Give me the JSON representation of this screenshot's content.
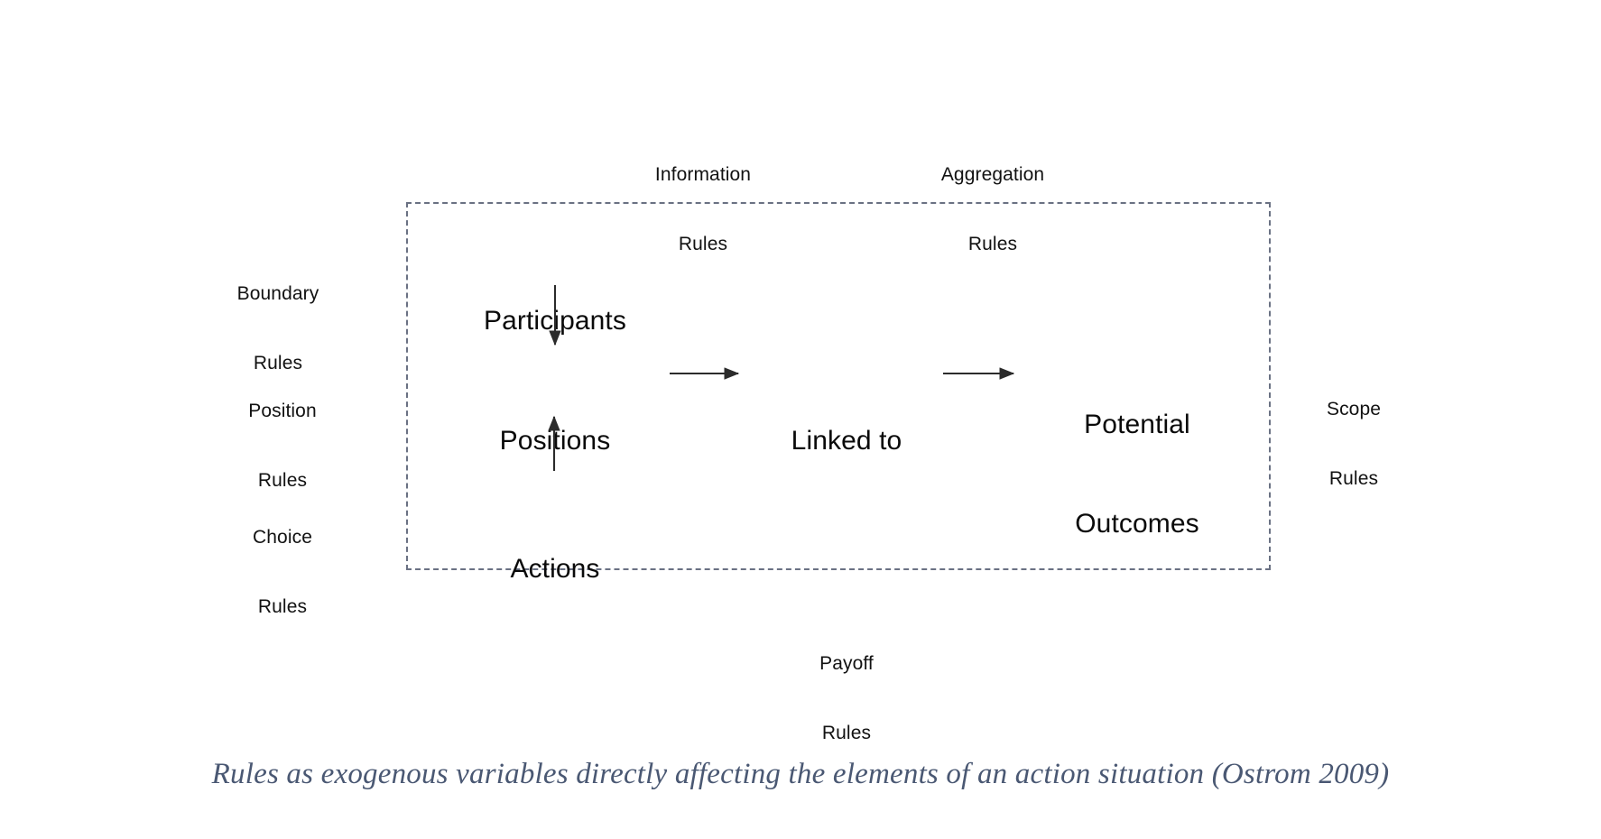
{
  "diagram": {
    "title": "Rules as exogenous variables affecting an action situation",
    "boundary_box": {
      "name": "action-situation",
      "style": "dashed",
      "color": "#6a7183"
    },
    "exogenous_rules": {
      "top": [
        {
          "id": "information-rules",
          "line1": "Information",
          "line2": "Rules"
        },
        {
          "id": "aggregation-rules",
          "line1": "Aggregation",
          "line2": "Rules"
        }
      ],
      "left": [
        {
          "id": "boundary-rules",
          "line1": "Boundary",
          "line2": "Rules"
        },
        {
          "id": "position-rules",
          "line1": "Position",
          "line2": "Rules"
        },
        {
          "id": "choice-rules",
          "line1": "Choice",
          "line2": "Rules"
        }
      ],
      "right": [
        {
          "id": "scope-rules",
          "line1": "Scope",
          "line2": "Rules"
        }
      ],
      "bottom": [
        {
          "id": "payoff-rules",
          "line1": "Payoff",
          "line2": "Rules"
        }
      ]
    },
    "elements": [
      {
        "id": "participants",
        "line1": "Participants",
        "line2": ""
      },
      {
        "id": "positions",
        "line1": "Positions",
        "line2": ""
      },
      {
        "id": "actions",
        "line1": "Actions",
        "line2": ""
      },
      {
        "id": "linked-to",
        "line1": "Linked to",
        "line2": ""
      },
      {
        "id": "potential-outcomes",
        "line1": "Potential",
        "line2": "Outcomes"
      }
    ],
    "arrows": [
      {
        "id": "participants-to-positions",
        "direction": "down"
      },
      {
        "id": "actions-to-positions",
        "direction": "up"
      },
      {
        "id": "positions-to-linked-to",
        "direction": "right"
      },
      {
        "id": "linked-to-to-potential-outcomes",
        "direction": "right"
      }
    ]
  },
  "caption": {
    "text": "Rules as exogenous variables directly affecting the elements of an action situation (Ostrom 2009)",
    "color": "#4a5873"
  }
}
